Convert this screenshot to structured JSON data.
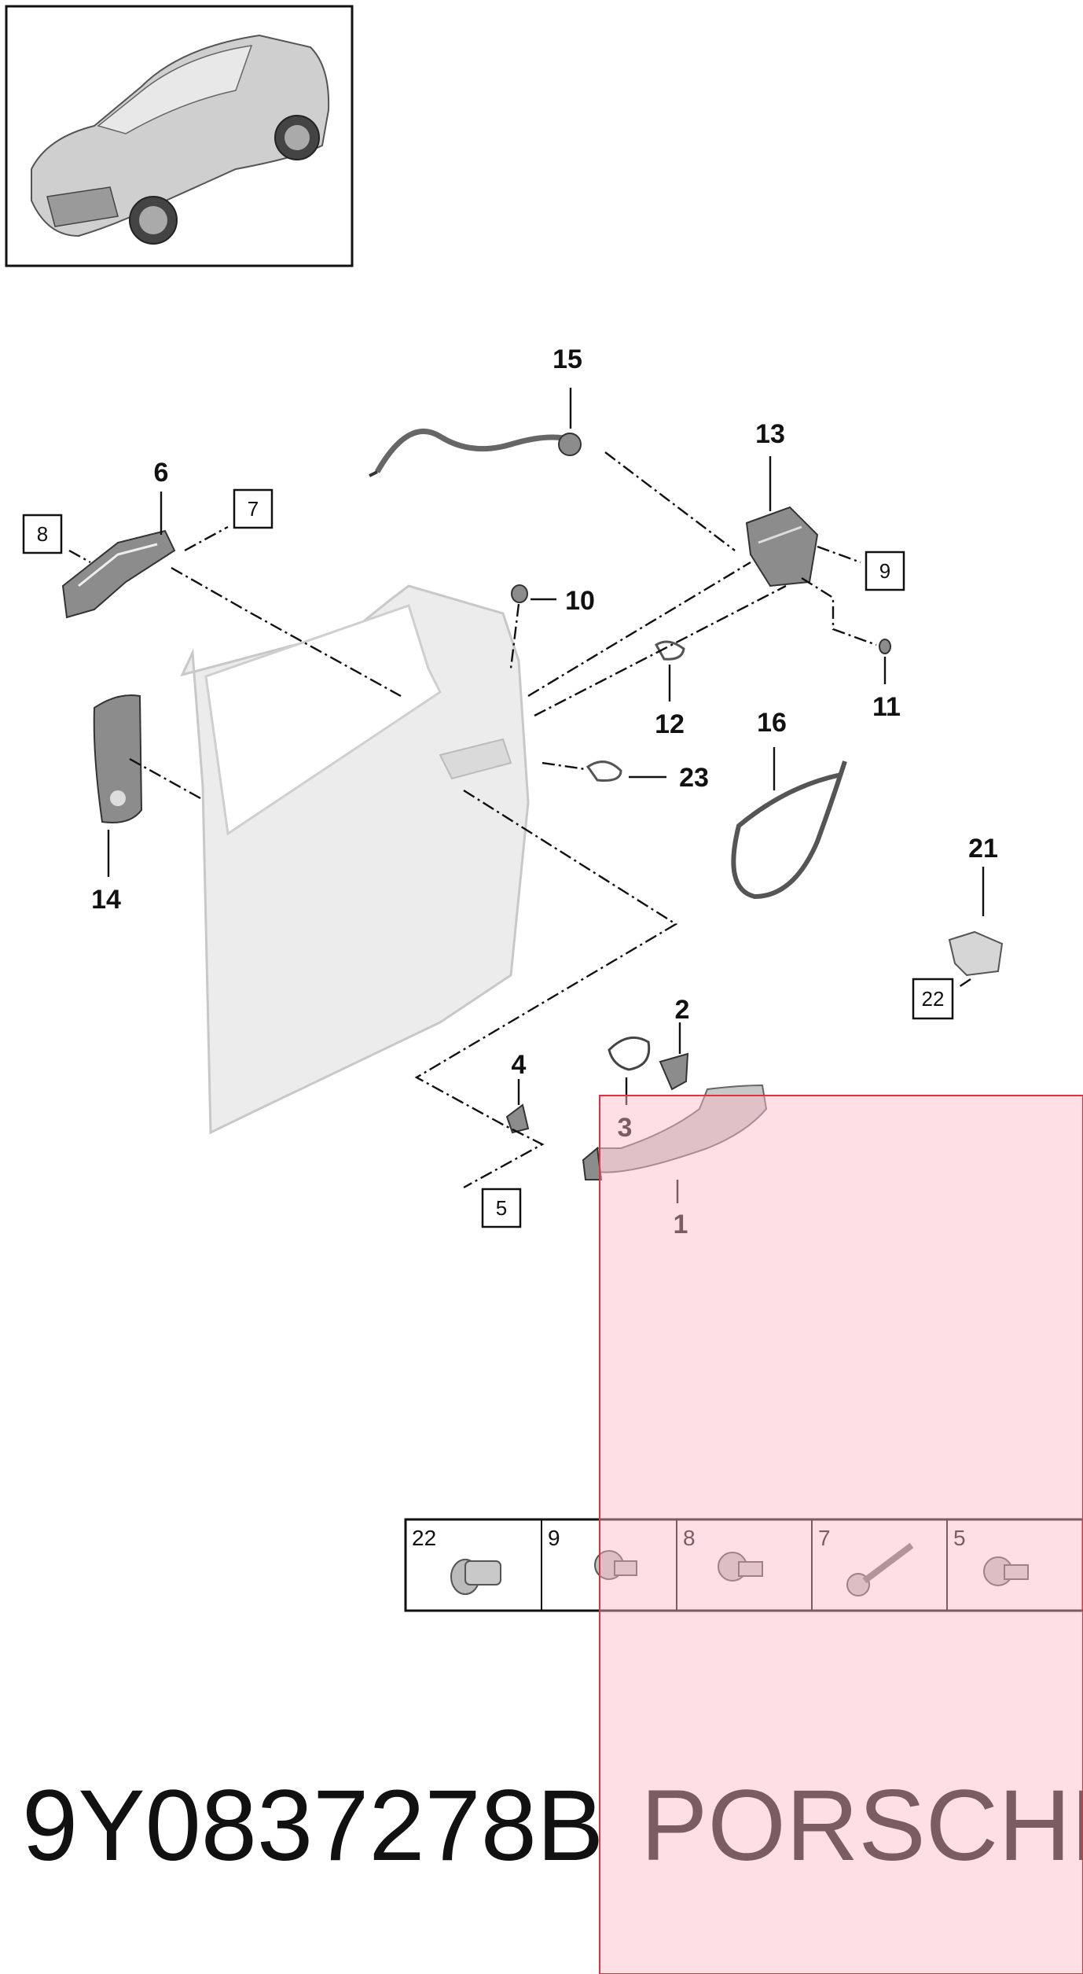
{
  "part_number": "9Y0837278B",
  "brand": "PORSCHE",
  "callouts": {
    "c1": "1",
    "c2": "2",
    "c3": "3",
    "c4": "4",
    "c6": "6",
    "c10": "10",
    "c11": "11",
    "c12": "12",
    "c13": "13",
    "c14": "14",
    "c15": "15",
    "c16": "16",
    "c21": "21",
    "c23": "23"
  },
  "boxed_callouts": {
    "b5": "5",
    "b7": "7",
    "b8": "8",
    "b9": "9",
    "b22": "22"
  },
  "fastener_table": [
    {
      "label": "22",
      "icon": "flanged-rivet-icon"
    },
    {
      "label": "9",
      "icon": "torx-screw-icon"
    },
    {
      "label": "8",
      "icon": "torx-screw-icon"
    },
    {
      "label": "7",
      "icon": "long-bolt-icon"
    },
    {
      "label": "5",
      "icon": "torx-screw-icon"
    }
  ],
  "highlight": {
    "color": "#fde0e6",
    "border": "#e0304a",
    "target_part": "1"
  }
}
